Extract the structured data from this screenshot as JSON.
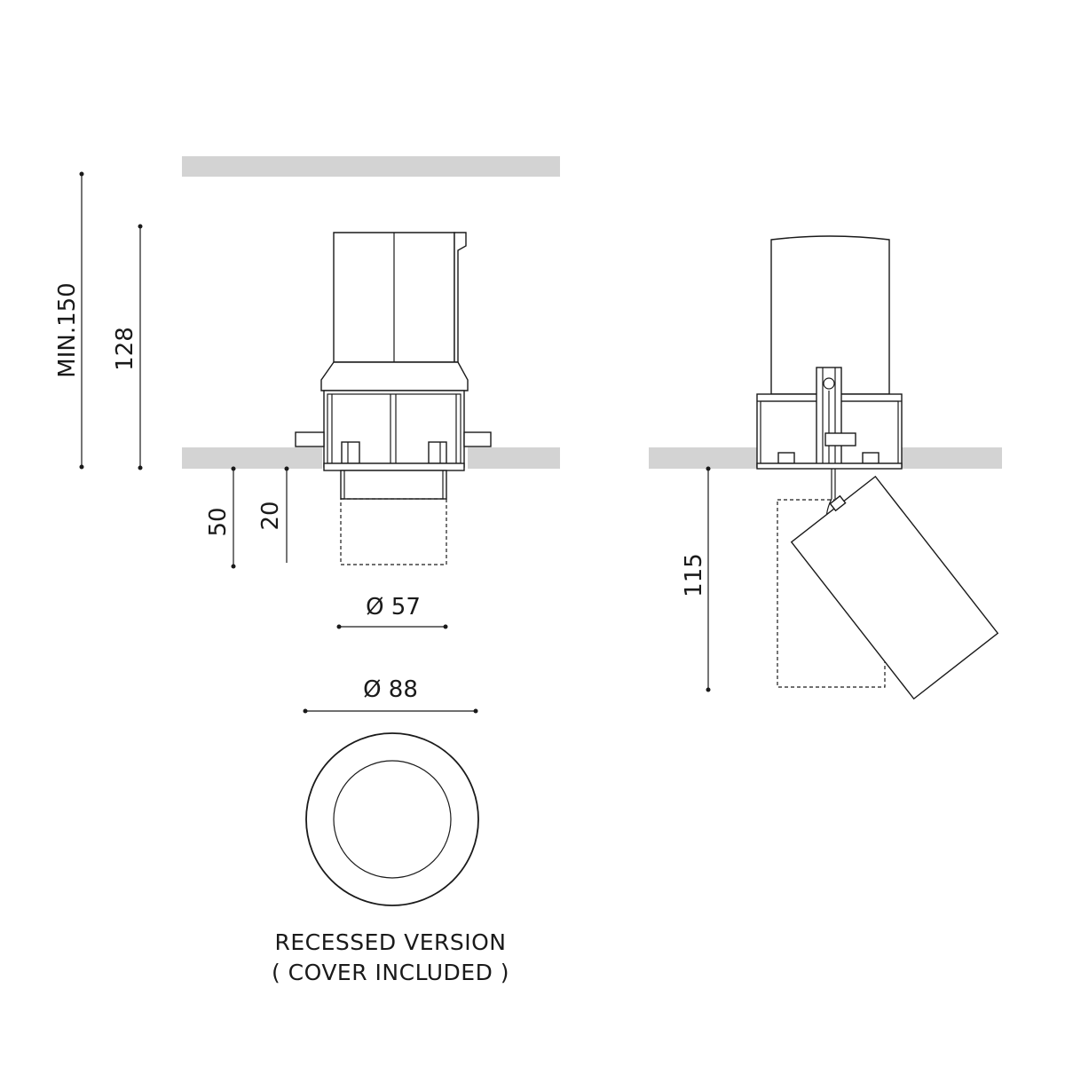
{
  "dimensions": {
    "min_height": "MIN.150",
    "body_height": "128",
    "protrusion": "50",
    "recess_depth": "20",
    "cover_diameter": "Ø 57",
    "flange_diameter": "Ø 88",
    "adjustable_height": "115"
  },
  "caption": {
    "line1": "RECESSED VERSION",
    "line2": "( COVER INCLUDED )"
  }
}
